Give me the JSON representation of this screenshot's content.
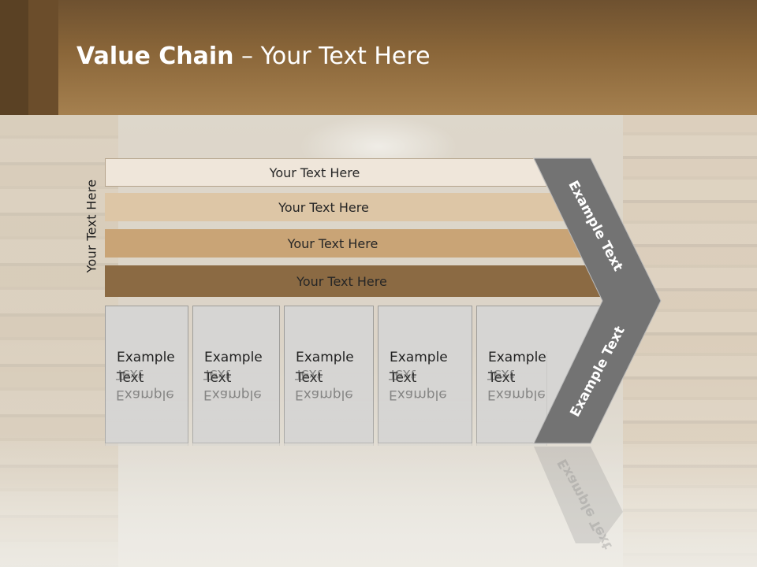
{
  "slide": {
    "title_bold": "Value Chain",
    "title_rest": " – Your Text Here",
    "side_label": "Your Text Here",
    "support_bars": [
      {
        "label": "Your Text Here",
        "color": "#efe6da"
      },
      {
        "label": "Your Text Here",
        "color": "#ddc6a6"
      },
      {
        "label": "Your Text Here",
        "color": "#c9a476"
      },
      {
        "label": "Your Text Here",
        "color": "#8b6a43"
      }
    ],
    "primary_boxes": [
      {
        "line1": "Example",
        "line2": "Text"
      },
      {
        "line1": "Example",
        "line2": "Text"
      },
      {
        "line1": "Example",
        "line2": "Text"
      },
      {
        "line1": "Example",
        "line2": "Text"
      },
      {
        "line1": "Example",
        "line2": "Text"
      }
    ],
    "chevron": {
      "top_label": "Example Text",
      "bottom_label": "Example Text",
      "color": "#737373"
    },
    "colors": {
      "header": "#8a6639",
      "box_fill": "#d6d5d3"
    }
  }
}
